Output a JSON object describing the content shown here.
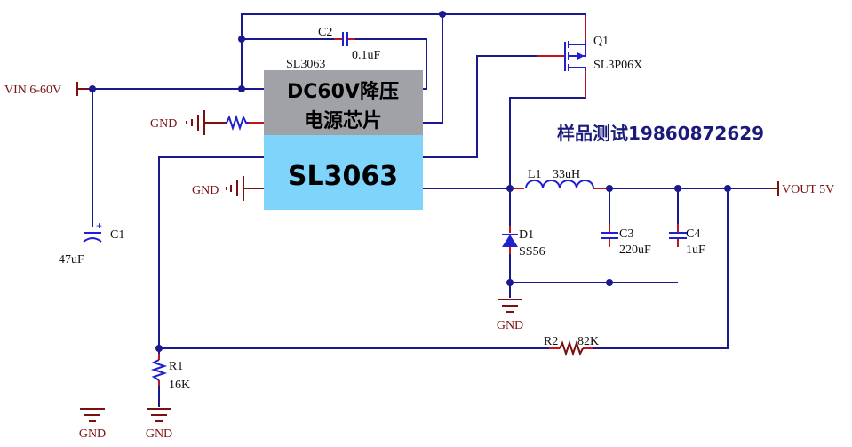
{
  "vin_label": "VIN 6-60V",
  "vout_label": "VOUT 5V",
  "gnd": "GND",
  "chip": {
    "part": "SL3063",
    "line1": "DC60V降压",
    "line2": "电源芯片",
    "name": "SL3063",
    "top_color": "#a0a2a8",
    "bottom_color": "#7fd4fc"
  },
  "c1": {
    "ref": "C1",
    "value": "47uF"
  },
  "c2": {
    "ref": "C2",
    "value": "0.1uF"
  },
  "c3": {
    "ref": "C3",
    "value": "220uF"
  },
  "c4": {
    "ref": "C4",
    "value": "1uF"
  },
  "q1": {
    "ref": "Q1",
    "value": "SL3P06X"
  },
  "l1": {
    "ref": "L1",
    "value": "33uH"
  },
  "d1": {
    "ref": "D1",
    "value": "SS56"
  },
  "r1": {
    "ref": "R1",
    "value": "16K"
  },
  "r2": {
    "ref": "R2",
    "value": "82K"
  },
  "contact": "样品测试19860872629"
}
